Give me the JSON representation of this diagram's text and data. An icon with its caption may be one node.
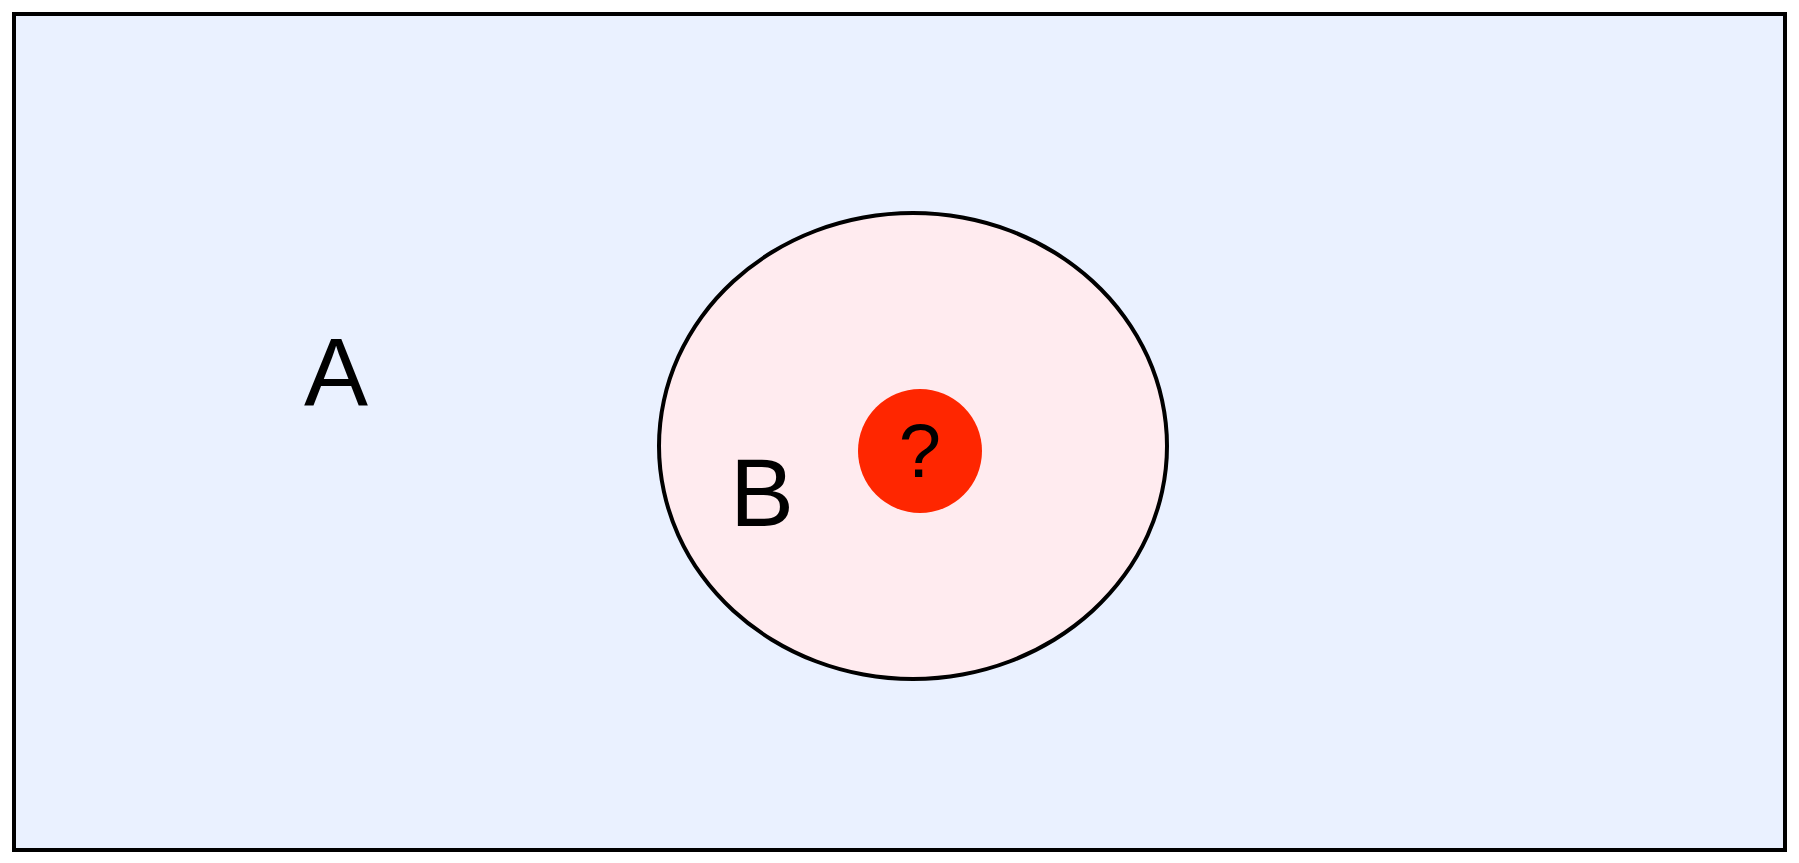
{
  "diagram": {
    "nodes": [
      {
        "text": [
          "A"
        ]
      },
      {
        "text": [
          "B"
        ],
        "in": 0
      },
      {
        "text": [
          "?"
        ],
        "in": 1
      }
    ]
  }
}
